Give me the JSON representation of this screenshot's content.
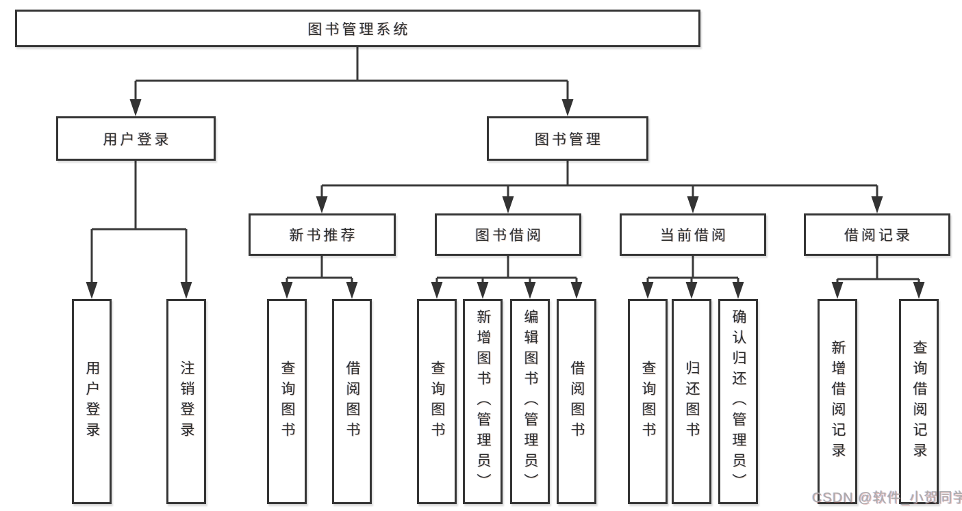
{
  "diagram": {
    "root": {
      "label": "图书管理系统",
      "children": [
        {
          "label": "用户登录",
          "children": [
            {
              "label": "用户登录"
            },
            {
              "label": "注销登录"
            }
          ]
        },
        {
          "label": "图书管理",
          "children": [
            {
              "label": "新书推荐",
              "children": [
                {
                  "label": "查询图书"
                },
                {
                  "label": "借阅图书"
                }
              ]
            },
            {
              "label": "图书借阅",
              "children": [
                {
                  "label": "查询图书"
                },
                {
                  "label": "新增图书（管理员）"
                },
                {
                  "label": "编辑图书（管理员）"
                },
                {
                  "label": "借阅图书"
                }
              ]
            },
            {
              "label": "当前借阅",
              "children": [
                {
                  "label": "查询图书"
                },
                {
                  "label": "归还图书"
                },
                {
                  "label": "确认归还（管理员）"
                }
              ]
            },
            {
              "label": "借阅记录",
              "children": [
                {
                  "label": "新增借阅记录"
                },
                {
                  "label": "查询借阅记录"
                }
              ]
            }
          ]
        }
      ]
    }
  },
  "watermark": {
    "text": "CSDN @软件_小贺同学"
  },
  "colors": {
    "background": "#ffffff",
    "line": "#3a3a3a",
    "arrow": "#333333",
    "box_border": "#353535",
    "text": "#2c2c2c",
    "watermark": "#ababab"
  }
}
